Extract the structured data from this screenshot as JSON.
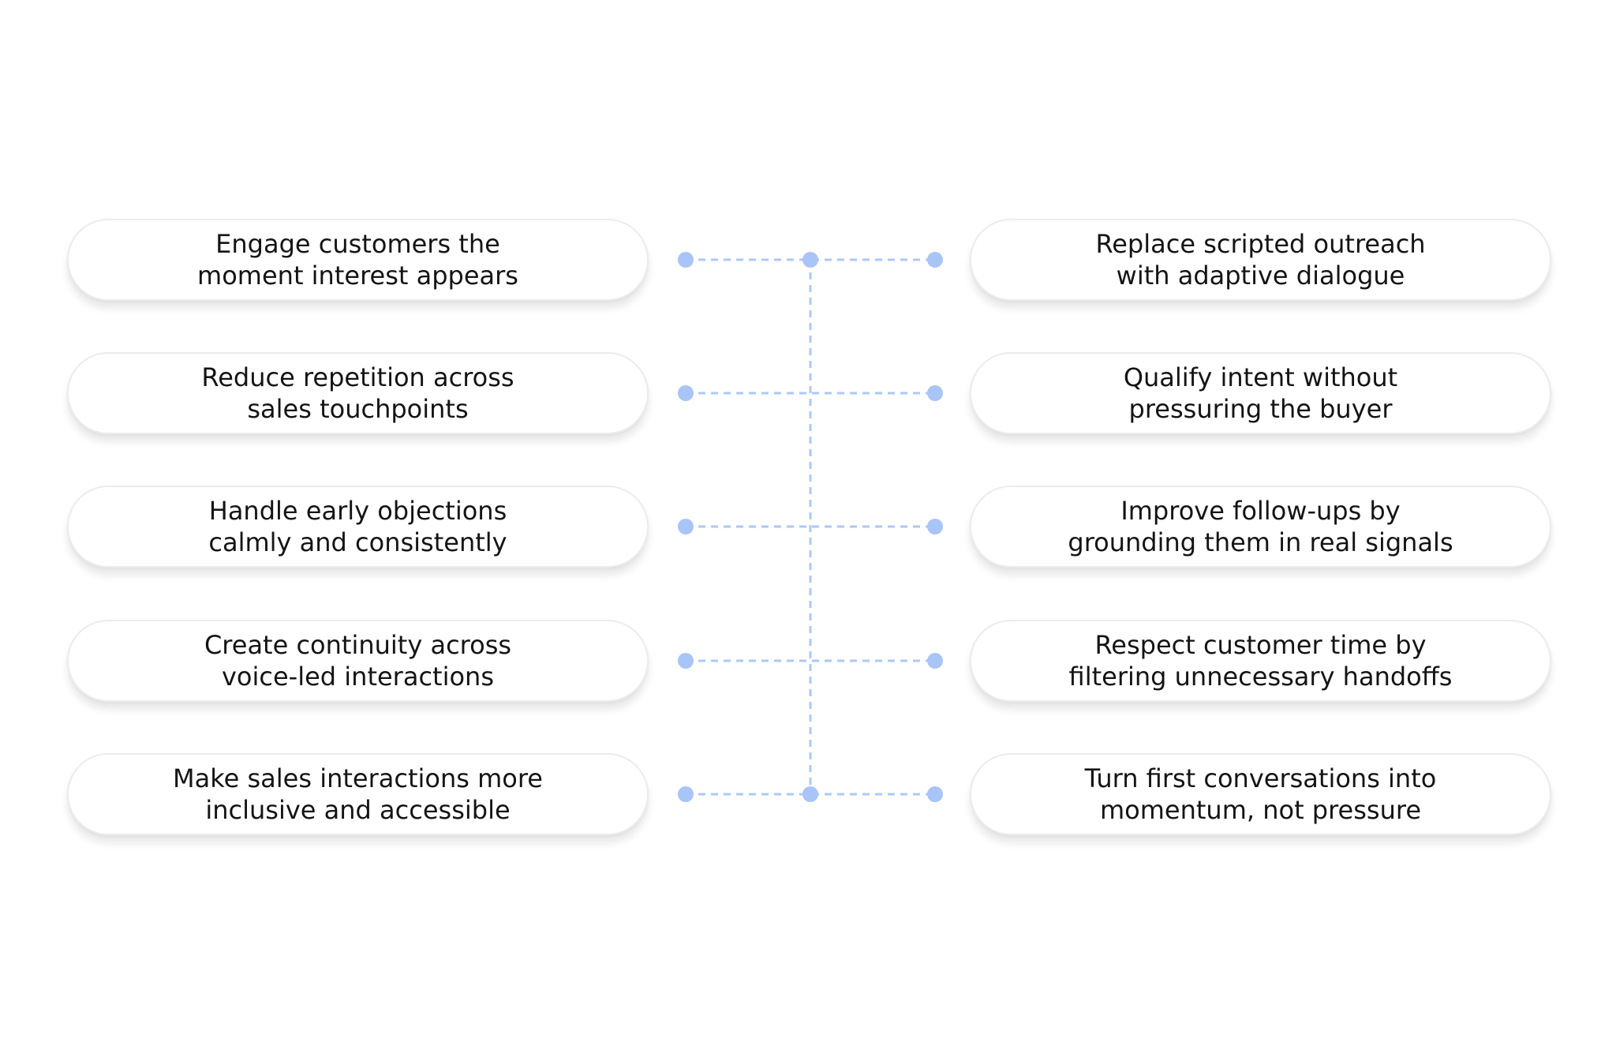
{
  "colors": {
    "connector": "#adc8f7",
    "node": "#a9c4f6",
    "card_border": "#ececec",
    "text": "#141414"
  },
  "left_items": [
    {
      "text": "Engage customers the\nmoment interest appears"
    },
    {
      "text": "Reduce repetition across\nsales touchpoints"
    },
    {
      "text": "Handle early objections\ncalmly and consistently"
    },
    {
      "text": "Create continuity across\nvoice-led interactions"
    },
    {
      "text": "Make sales interactions more\ninclusive and accessible"
    }
  ],
  "right_items": [
    {
      "text": "Replace scripted outreach\nwith adaptive dialogue"
    },
    {
      "text": "Qualify intent without\npressuring the buyer"
    },
    {
      "text": "Improve follow-ups by\ngrounding them in real signals"
    },
    {
      "text": "Respect customer time by\nfiltering unnecessary handoffs"
    },
    {
      "text": "Turn first conversations into\nmomentum, not pressure"
    }
  ]
}
